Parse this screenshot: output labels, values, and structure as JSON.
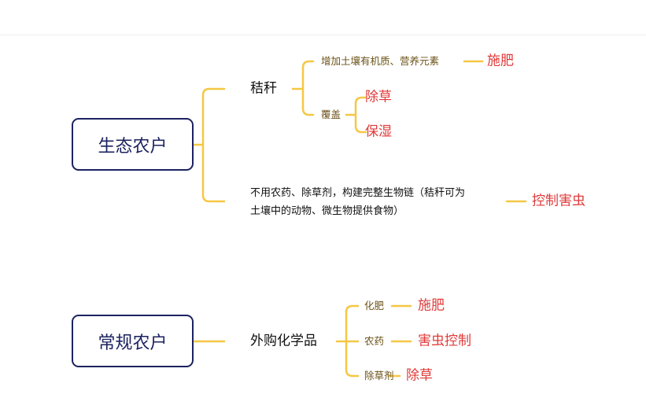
{
  "colors": {
    "connector": "#f6c744",
    "box_border": "#1c2260",
    "leaf": "#e03a3a",
    "sub": "#6b5218"
  },
  "eco": {
    "title": "生态农户",
    "straw": {
      "label": "秸秆",
      "increase": {
        "label": "增加土壤有机质、营养元素",
        "result": "施肥"
      },
      "cover": {
        "label": "覆盖",
        "results": [
          "除草",
          "保湿"
        ]
      }
    },
    "chain": {
      "line1": "不用农药、除草剂，构建完整生物链（秸秆可为",
      "line2": "土壤中的动物、微生物提供食物）",
      "result": "控制害虫"
    }
  },
  "conv": {
    "title": "常规农户",
    "chem": {
      "label": "外购化学品",
      "items": [
        {
          "label": "化肥",
          "result": "施肥"
        },
        {
          "label": "农药",
          "result": "害虫控制"
        },
        {
          "label": "除草剂",
          "result": "除草"
        }
      ]
    }
  }
}
